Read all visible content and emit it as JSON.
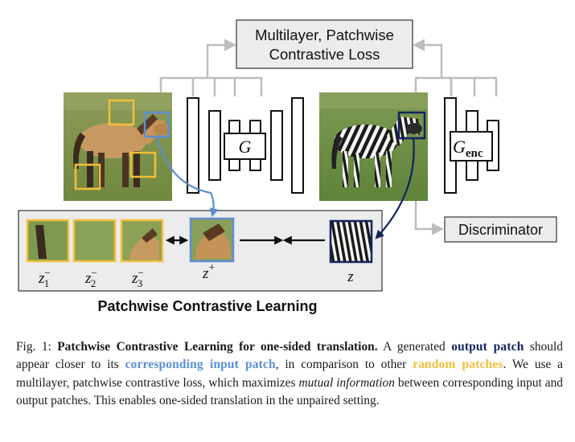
{
  "diagram": {
    "loss_box_line1": "Multilayer, Patchwise",
    "loss_box_line2": "Contrastive Loss",
    "generator_label": "G",
    "encoder_label_main": "G",
    "encoder_label_sub": "enc",
    "discriminator_label": "Discriminator",
    "panel_title": "Patchwise Contrastive Learning",
    "patch_labels": {
      "neg1_base": "z",
      "neg1_sub": "1",
      "neg1_sup": "−",
      "neg2_base": "z",
      "neg2_sub": "2",
      "neg2_sup": "−",
      "neg3_base": "z",
      "neg3_sub": "3",
      "neg3_sup": "−",
      "pos_base": "z",
      "pos_sup": "+",
      "query_base": "z"
    },
    "colors": {
      "random_patch": "#f2bf3a",
      "input_patch": "#5a8fd6",
      "output_patch": "#13235f",
      "connector_gray": "#bdbdbd",
      "loss_box_fill": "#ececec",
      "panel_fill": "#ececec"
    },
    "images": {
      "horse": "horse-photo",
      "zebra": "zebra-photo"
    }
  },
  "caption": {
    "fig_label": "Fig. 1: ",
    "bold_title": "Patchwise Contrastive Learning for one-sided translation.",
    "t1": " A generated ",
    "output_patch": "output patch",
    "t2": " should appear closer to its ",
    "corresponding_input_patch": "corresponding input patch",
    "t3": ", in comparison to other ",
    "random_patches": "random patches",
    "t4": ". We use a multilayer, patchwise contrastive loss, which maximizes ",
    "mutual_information": "mutual information",
    "t5": " between corresponding input and output patches. This enables one-sided translation in the unpaired setting."
  }
}
